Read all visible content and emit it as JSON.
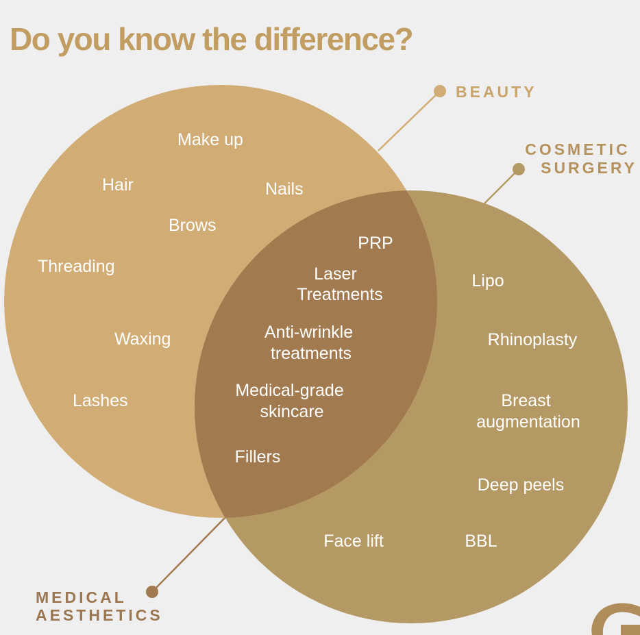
{
  "title": "Do you know the difference?",
  "colors": {
    "background": "#efefef",
    "title": "#c19d62",
    "beauty": "#d1ad75",
    "surgery": "#b59964",
    "overlap": "#a17a50",
    "beauty_label": "#c9a56d",
    "surgery_label": "#b5925c",
    "medical_label": "#9c7650",
    "item_text": "#ffffff"
  },
  "categories": {
    "beauty": {
      "lines": [
        "BEAUTY"
      ]
    },
    "cosmetic_surgery": {
      "lines": [
        "COSMETIC",
        "SURGERY"
      ]
    },
    "medical_aesthetics": {
      "lines": [
        "MEDICAL",
        "AESTHETICS"
      ]
    }
  },
  "beauty_items": [
    {
      "lines": [
        "Make up"
      ]
    },
    {
      "lines": [
        "Hair"
      ]
    },
    {
      "lines": [
        "Nails"
      ]
    },
    {
      "lines": [
        "Brows"
      ]
    },
    {
      "lines": [
        "Threading"
      ]
    },
    {
      "lines": [
        "Waxing"
      ]
    },
    {
      "lines": [
        "Lashes"
      ]
    }
  ],
  "medical_aesthetics_items": [
    {
      "lines": [
        "PRP"
      ]
    },
    {
      "lines": [
        "Laser",
        "Treatments"
      ]
    },
    {
      "lines": [
        "Anti-wrinkle",
        "treatments"
      ]
    },
    {
      "lines": [
        "Medical-grade",
        "skincare"
      ]
    },
    {
      "lines": [
        "Fillers"
      ]
    }
  ],
  "cosmetic_surgery_items": [
    {
      "lines": [
        "Lipo"
      ]
    },
    {
      "lines": [
        "Rhinoplasty"
      ]
    },
    {
      "lines": [
        "Breast",
        "augmentation"
      ]
    },
    {
      "lines": [
        "Deep peels"
      ]
    },
    {
      "lines": [
        "Face lift"
      ]
    },
    {
      "lines": [
        "BBL"
      ]
    }
  ],
  "logo": {
    "icon": "serif-g-logo"
  }
}
